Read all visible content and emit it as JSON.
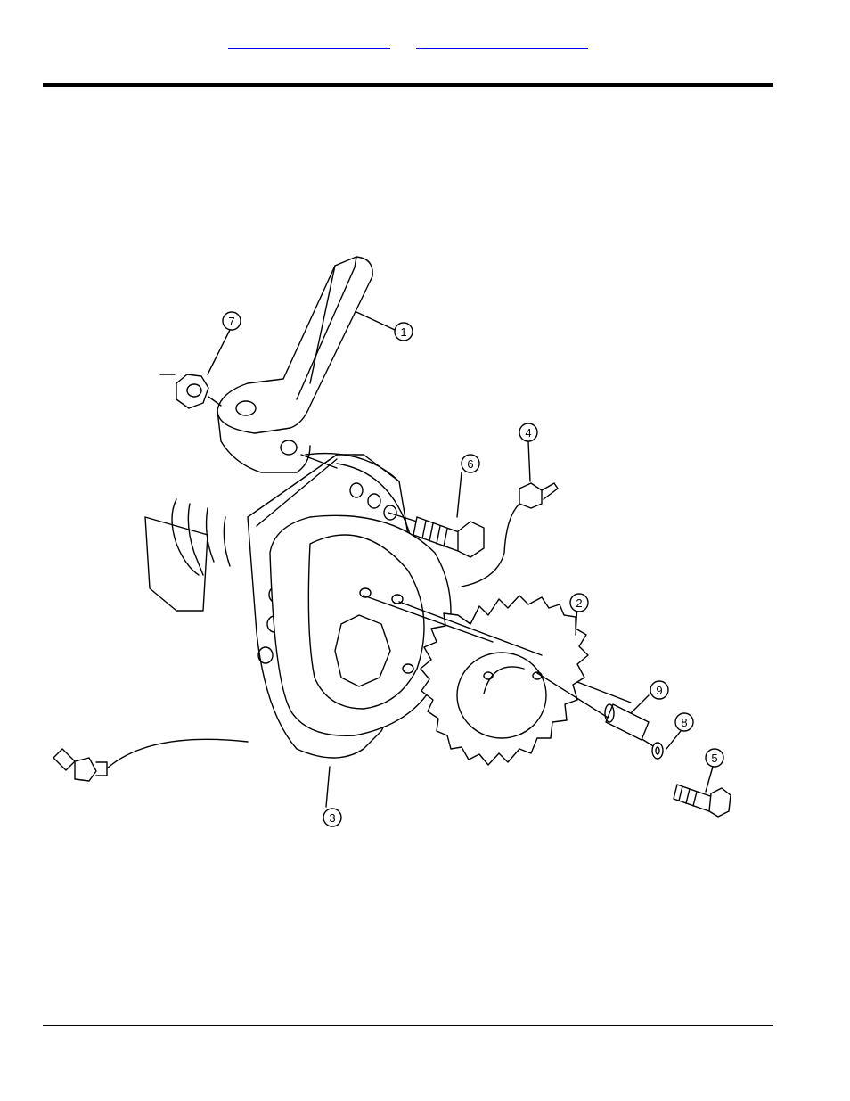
{
  "nav": {
    "link_left": "",
    "link_right": ""
  },
  "diagram": {
    "callouts": [
      "1",
      "2",
      "3",
      "4",
      "5",
      "6",
      "7",
      "8",
      "9"
    ]
  }
}
